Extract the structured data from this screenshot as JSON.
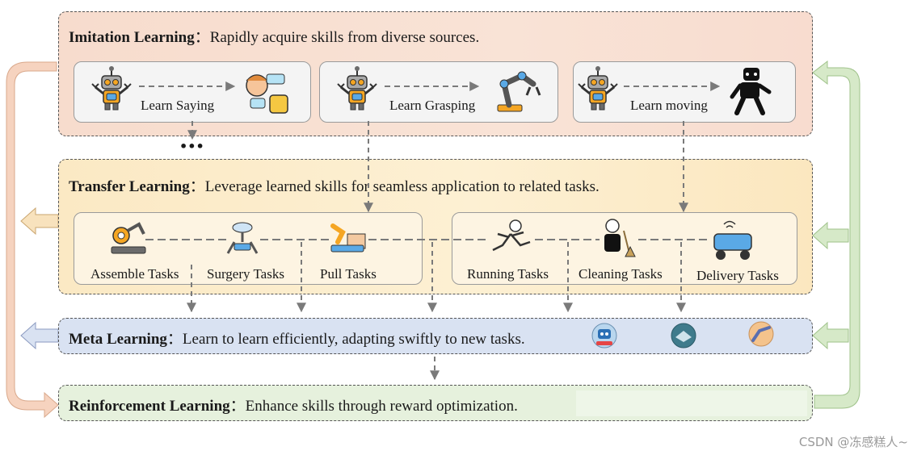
{
  "imitation": {
    "name": "Imitation Learning",
    "sep": "：",
    "desc": "Rapidly acquire skills from diverse sources.",
    "cards": [
      {
        "label": "Learn Saying",
        "icon": "talking-kids-icon"
      },
      {
        "label": "Learn Grasping",
        "icon": "robot-arm-icon"
      },
      {
        "label": "Learn moving",
        "icon": "walking-robot-icon"
      }
    ],
    "more": "•••"
  },
  "transfer": {
    "name": "Transfer Learning",
    "sep": "：",
    "desc": "Leverage learned skills for seamless application to related tasks.",
    "tasks": [
      "Assemble Tasks",
      "Surgery Tasks",
      "Pull Tasks",
      "Running Tasks",
      "Cleaning Tasks",
      "Delivery Tasks"
    ]
  },
  "meta": {
    "name": "Meta Learning",
    "sep": "：",
    "desc": "Learn to learn efficiently, adapting swiftly to new tasks."
  },
  "rl": {
    "name": "Reinforcement Learning",
    "sep": "：",
    "desc": "Enhance skills through reward optimization."
  },
  "watermark": "CSDN @冻感糕人~",
  "colors": {
    "imitation_bg": "#f9e1d3",
    "transfer_bg": "#fcebc8",
    "meta_bg": "#d9e2f2",
    "rl_bg": "#e6f1dd",
    "left_arrow": "#f6d3bf",
    "right_arrow": "#d6e9c8"
  }
}
